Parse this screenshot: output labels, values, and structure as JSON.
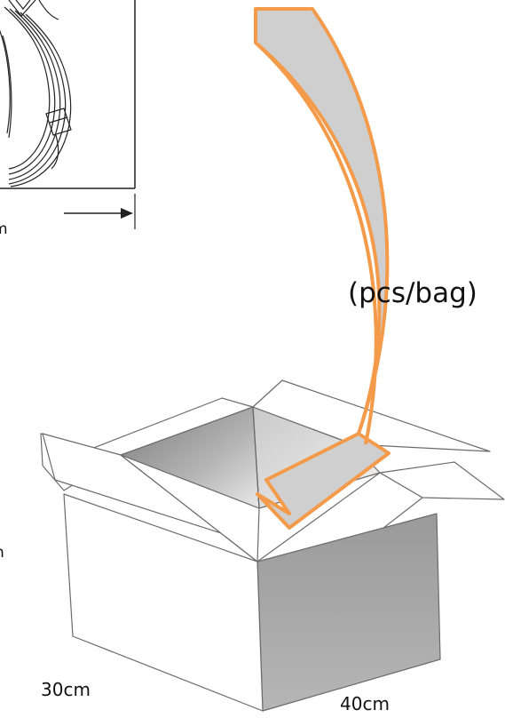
{
  "labels": {
    "bag_width": "m",
    "quantity": "(pcs/bag)",
    "box_height": "n",
    "box_width": "30cm",
    "box_length": "40cm"
  },
  "colors": {
    "arrow_fill": "#c8c8c8",
    "arrow_stroke": "#f39b4a",
    "box_line": "#6b6b6b",
    "box_shadow": "#a9a9a9"
  },
  "illustrations": {
    "top_left": "coiled-hose-in-bag",
    "arrow": "curved-arrow",
    "bottom_right": "open-cardboard-box"
  }
}
